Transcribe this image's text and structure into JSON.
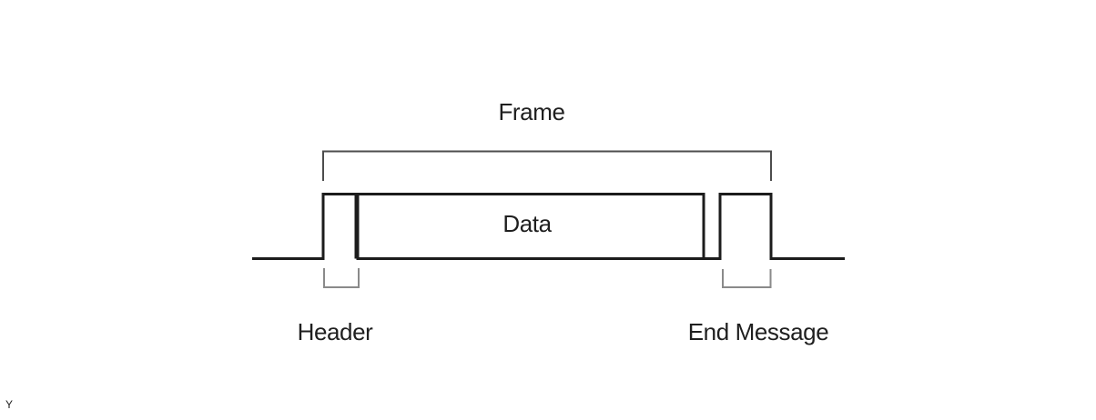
{
  "diagram": {
    "frame_label": "Frame",
    "data_label": "Data",
    "header_label": "Header",
    "end_message_label": "End Message",
    "y_axis_label": "Y",
    "colors": {
      "background": "#ffffff",
      "signal": "#1c1c1c",
      "frame_bracket": "#4d4d4d",
      "brace": "#8a8a8a",
      "text": "#1f1f1f"
    }
  }
}
